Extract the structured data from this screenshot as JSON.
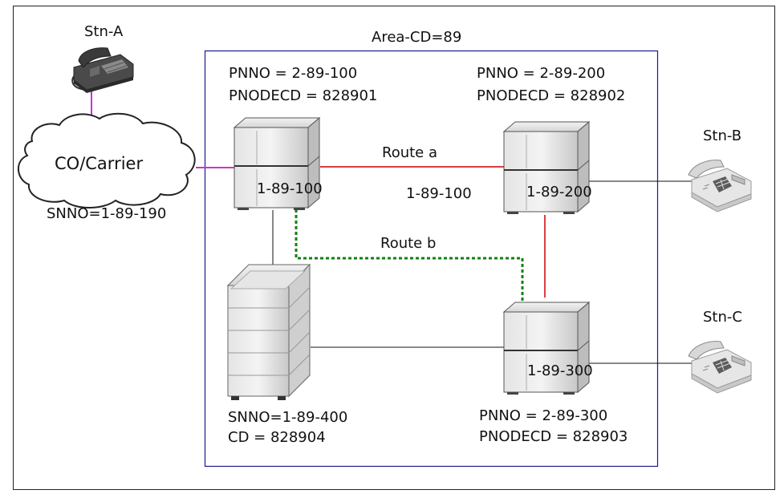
{
  "area_label": "Area-CD=89",
  "stations": {
    "a": "Stn-A",
    "b": "Stn-B",
    "c": "Stn-C"
  },
  "carrier": {
    "label": "CO/Carrier",
    "snno": "SNNO=1-89-190"
  },
  "nodes": {
    "n100": {
      "pnno": "PNNO = 2-89-100",
      "pnodecd": "PNODECD = 828901",
      "id": "1-89-100"
    },
    "n200": {
      "pnno": "PNNO = 2-89-200",
      "pnodecd": "PNODECD = 828902",
      "id": "1-89-200"
    },
    "n300": {
      "pnno": "PNNO = 2-89-300",
      "pnodecd": "PNODECD = 828903",
      "id": "1-89-300"
    },
    "n400": {
      "snno": "SNNO=1-89-400",
      "cd": "CD = 828904"
    }
  },
  "routes": {
    "a": "Route a",
    "a_dest": "1-89-100",
    "b": "Route b"
  },
  "colors": {
    "route_a": "#cc0000",
    "route_b": "#138013",
    "carrier_link": "#cc33cc",
    "area_border": "#1a1a8c",
    "plain_link": "#111111"
  }
}
